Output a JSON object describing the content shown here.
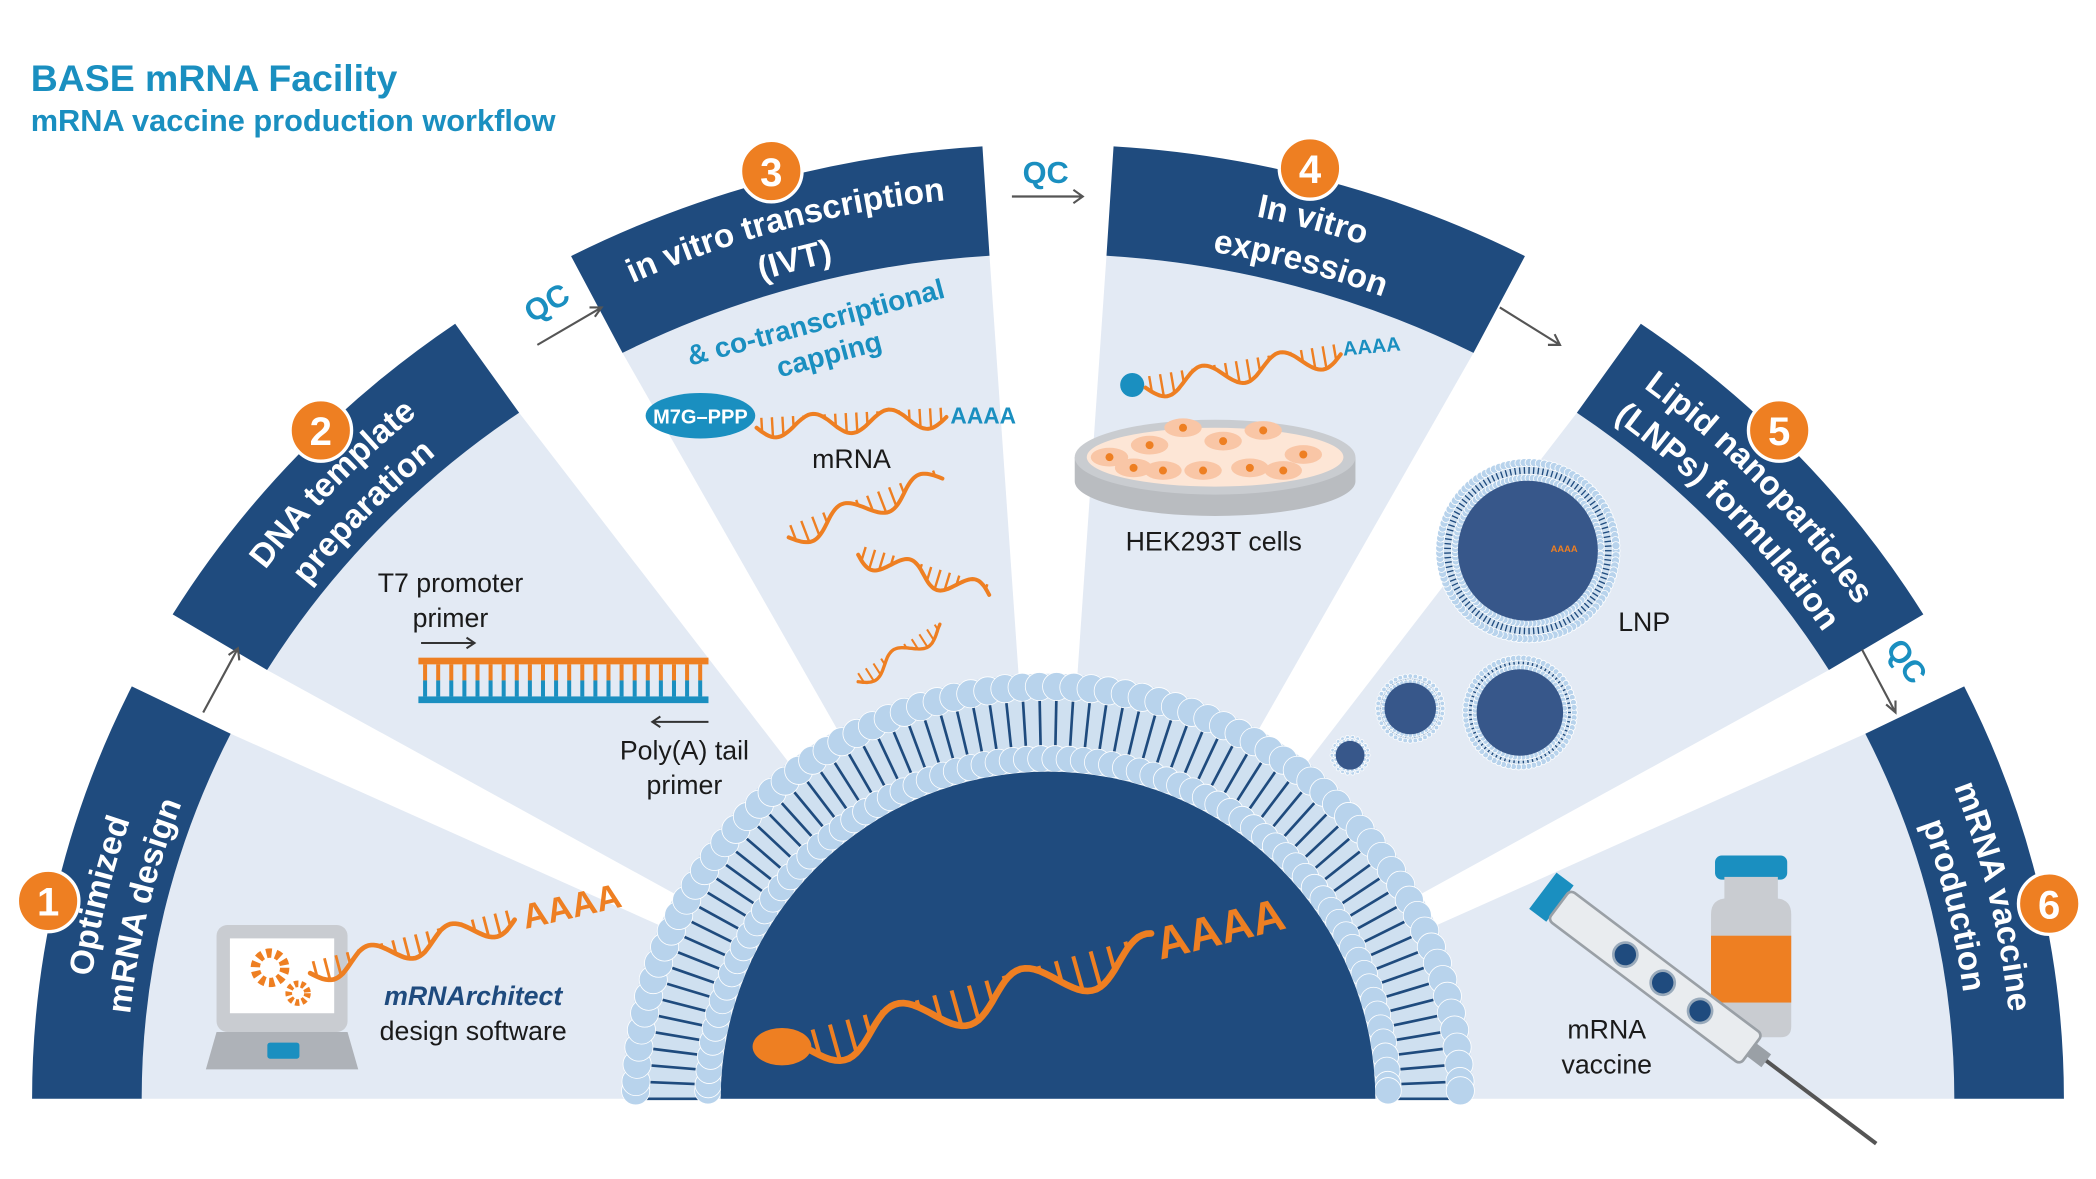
{
  "title": "BASE mRNA Facility",
  "subtitle": "mRNA vaccine production workflow",
  "colors": {
    "navy": "#1f4b7e",
    "accent_blue": "#1a8fc0",
    "orange": "#ee7f22",
    "panel": "#e3eaf4"
  },
  "steps": [
    {
      "number": "1",
      "lines": [
        "Optimized",
        "mRNA design"
      ]
    },
    {
      "number": "2",
      "lines": [
        "DNA template",
        "preparation"
      ]
    },
    {
      "number": "3",
      "lines": [
        "in vitro transcription",
        "(IVT)"
      ]
    },
    {
      "number": "4",
      "lines": [
        "In vitro",
        "expression"
      ]
    },
    {
      "number": "5",
      "lines": [
        "Lipid nanoparticles",
        "(LNPs) formulation"
      ]
    },
    {
      "number": "6",
      "lines": [
        "mRNA vaccine",
        "production"
      ]
    }
  ],
  "qc_label": "QC",
  "step1": {
    "tail": "AAAA",
    "software_name": "mRNArchitect",
    "software_desc": "design software"
  },
  "step2": {
    "t7_line1": "T7 promoter",
    "t7_line2": "primer",
    "polya_line1": "Poly(A) tail",
    "polya_line2": "primer"
  },
  "step3": {
    "capping_line1": "& co-transcriptional",
    "capping_line2": "capping",
    "cap": "M7G–PPP",
    "tail": "AAAA",
    "mrna": "mRNA"
  },
  "step4": {
    "tail": "AAAA",
    "cells": "HEK293T cells"
  },
  "step5": {
    "lnp": "LNP",
    "mini_tail": "AAAA"
  },
  "step6": {
    "line1": "mRNA",
    "line2": "vaccine"
  },
  "center": {
    "tail": "AAAA"
  }
}
